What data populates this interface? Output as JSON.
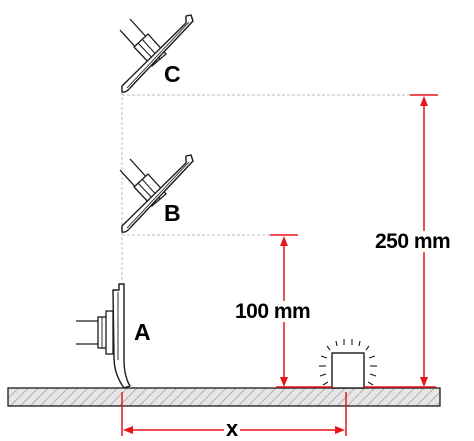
{
  "colors": {
    "dimension": "#e8141c",
    "outline": "#1a1a1a",
    "guide": "#bdbdbd",
    "hatch": "#9a9a9a",
    "ground_fill": "#e6e6e6"
  },
  "positions": {
    "a": "A",
    "b": "B",
    "c": "C"
  },
  "dimensions": {
    "height_b": "100 mm",
    "height_c": "250 mm",
    "distance": "x"
  }
}
